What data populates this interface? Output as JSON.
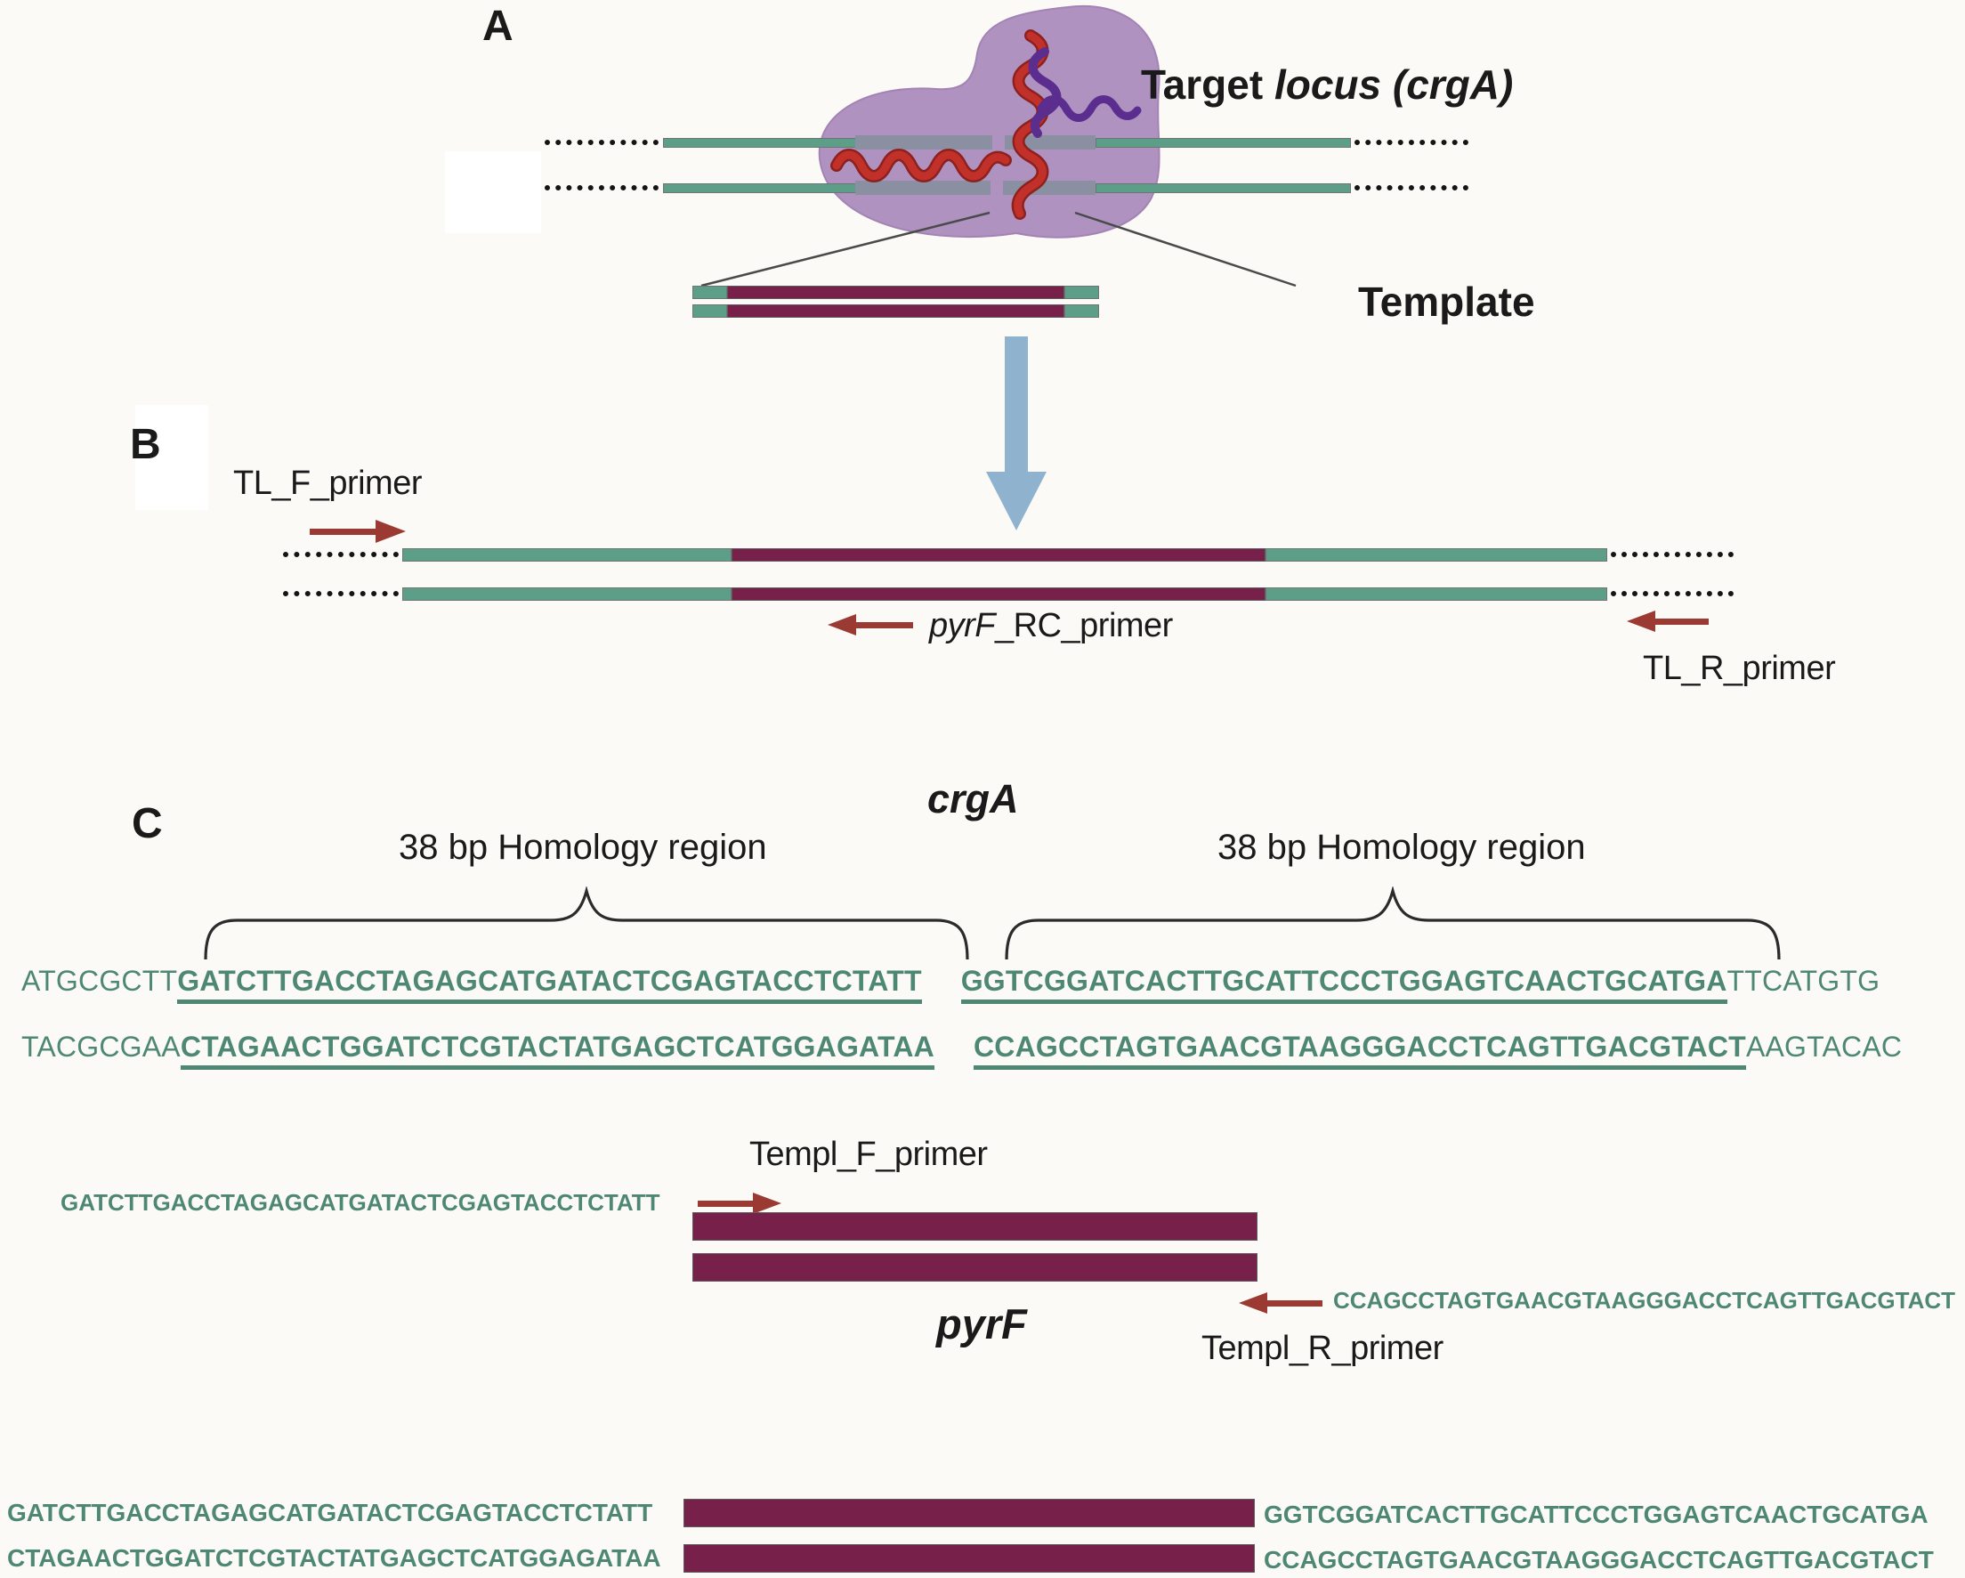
{
  "panel_a": {
    "label": "A",
    "title_regular": "Target ",
    "title_italic": "locus (crgA)",
    "template_label": "Template"
  },
  "panel_b": {
    "label": "B",
    "tl_f_primer": "TL_F_primer",
    "pyrf_rc_primer_italic": "pyrF",
    "pyrf_rc_primer_rest": "_RC_primer",
    "tl_r_primer": "TL_R_primer"
  },
  "panel_c": {
    "label": "C",
    "gene": "crgA",
    "homology_left": "38 bp Homology region",
    "homology_right": "38 bp Homology region",
    "locus_top": {
      "pre": "ATGCGCTT",
      "hom1": "GATCTTGACCTAGAGCATGATACTCGAGTACCTCTATT",
      "hom2": "GGTCGGATCACTTGCATTCCCTGGAGTCAACTGCATGA",
      "post": "TTCATGTG"
    },
    "locus_bottom": {
      "pre": "TACGCGAA",
      "hom1": "CTAGAACTGGATCTCGTACTATGAGCTCATGGAGATAA",
      "hom2": "CCAGCCTAGTGAACGTAAGGGACCTCAGTTGACGTACT",
      "post": "AAGTACAC"
    },
    "templ_f_primer_label": "Templ_F_primer",
    "templ_f_primer_seq": "GATCTTGACCTAGAGCATGATACTCGAGTACCTCTATT",
    "pyrf_gene": "pyrF",
    "templ_r_primer_seq": "CCAGCCTAGTGAACGTAAGGGACCTCAGTTGACGTACT",
    "templ_r_primer_label": "Templ_R_primer",
    "construct": {
      "top_left": "GATCTTGACCTAGAGCATGATACTCGAGTACCTCTATT",
      "top_right": "GGTCGGATCACTTGCATTCCCTGGAGTCAACTGCATGA",
      "bottom_left": "CTAGAACTGGATCTCGTACTATGAGCTCATGGAGATAA",
      "bottom_right": "CCAGCCTAGTGAACGTAAGGGACCTCAGTTGACGTACT"
    }
  },
  "colors": {
    "dna_green": "#5d9e88",
    "cassette_maroon": "#77214a",
    "protein_purple": "#b092c1",
    "pam_gray": "#8a90a1",
    "primer_arrow_red": "#9a3a33",
    "workflow_arrow_blue": "#8fb2cf",
    "sequence_green": "#4e8874"
  }
}
